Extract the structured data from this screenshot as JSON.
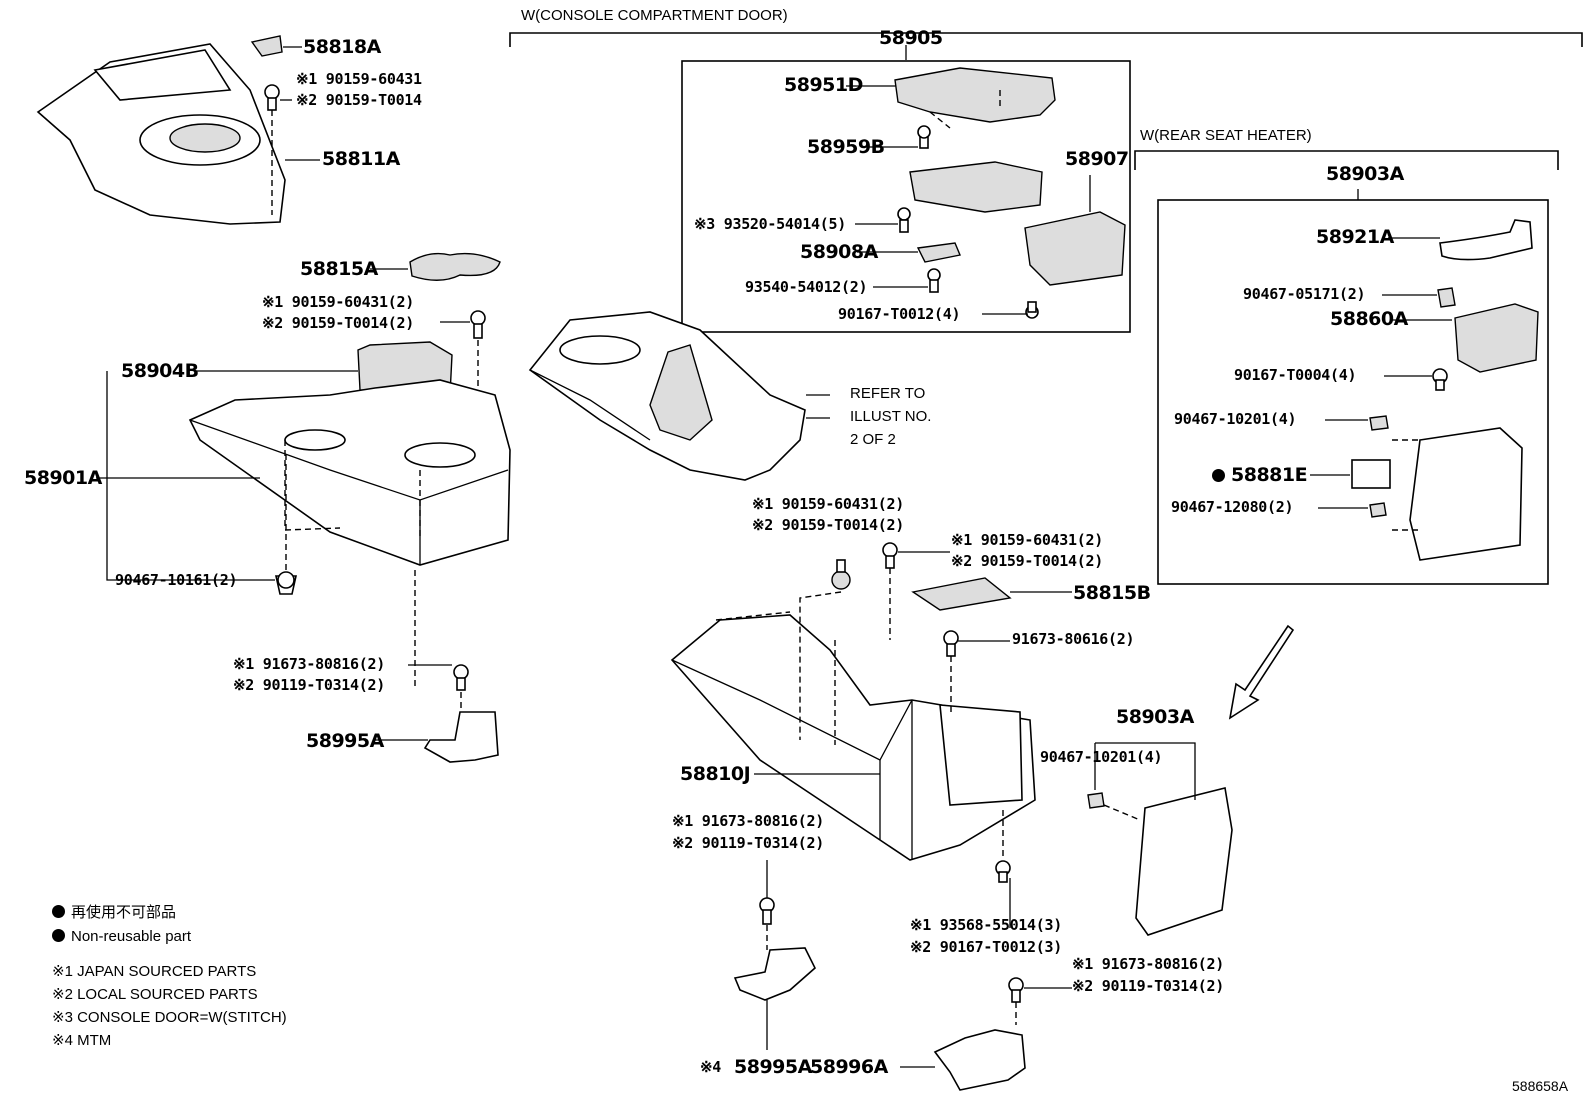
{
  "headers": {
    "console_door": "W(CONSOLE COMPARTMENT DOOR)",
    "rear_seat_heater": "W(REAR SEAT HEATER)"
  },
  "parts": {
    "p58818A": "58818A",
    "p58811A": "58811A",
    "p58815A": "58815A",
    "p58904B": "58904B",
    "p58901A": "58901A",
    "p58995A_left": "58995A",
    "p58905": "58905",
    "p58951D": "58951D",
    "p58959B": "58959B",
    "p58907": "58907",
    "p58908A": "58908A",
    "p58903A_top": "58903A",
    "p58921A": "58921A",
    "p58860A": "58860A",
    "p58881E": "58881E",
    "p58815B": "58815B",
    "p58810J": "58810J",
    "p58903A_lower": "58903A",
    "p58995A_bottom": "58995A",
    "p58996A": "58996A",
    "diagram_id": "588658A"
  },
  "callouts": {
    "c1a": "※1 90159-60431",
    "c1b": "※2 90159-T0014",
    "c2a": "※1 90159-60431(2)",
    "c2b": "※2 90159-T0014(2)",
    "c3": "90467-10161(2)",
    "c4a": "※1 91673-80816(2)",
    "c4b": "※2 90119-T0314(2)",
    "c5": "※3 93520-54014(5)",
    "c6": "93540-54012(2)",
    "c7": "90167-T0012(4)",
    "c8": "90467-05171(2)",
    "c9": "90167-T0004(4)",
    "c10": "90467-10201(4)",
    "c11": "90467-12080(2)",
    "c12a": "※1 90159-60431(2)",
    "c12b": "※2 90159-T0014(2)",
    "c13a": "※1 90159-60431(2)",
    "c13b": "※2 90159-T0014(2)",
    "c14": "91673-80616(2)",
    "c15": "90467-10201(4)",
    "c16a": "※1 91673-80816(2)",
    "c16b": "※2 90119-T0314(2)",
    "c17a": "※1 93568-55014(3)",
    "c17b": "※2 90167-T0012(3)",
    "c18a": "※1 91673-80816(2)",
    "c18b": "※2 90119-T0314(2)",
    "c19a": "※4",
    "refer1": "REFER TO",
    "refer2": "ILLUST NO.",
    "refer3": "2 OF 2"
  },
  "legend": {
    "nonreusable_jp": "再使用不可部品",
    "nonreusable_en": "Non-reusable part",
    "note1": "※1 JAPAN SOURCED PARTS",
    "note2": "※2 LOCAL SOURCED PARTS",
    "note3": "※3 CONSOLE DOOR=W(STITCH)",
    "note4": "※4 MTM"
  }
}
